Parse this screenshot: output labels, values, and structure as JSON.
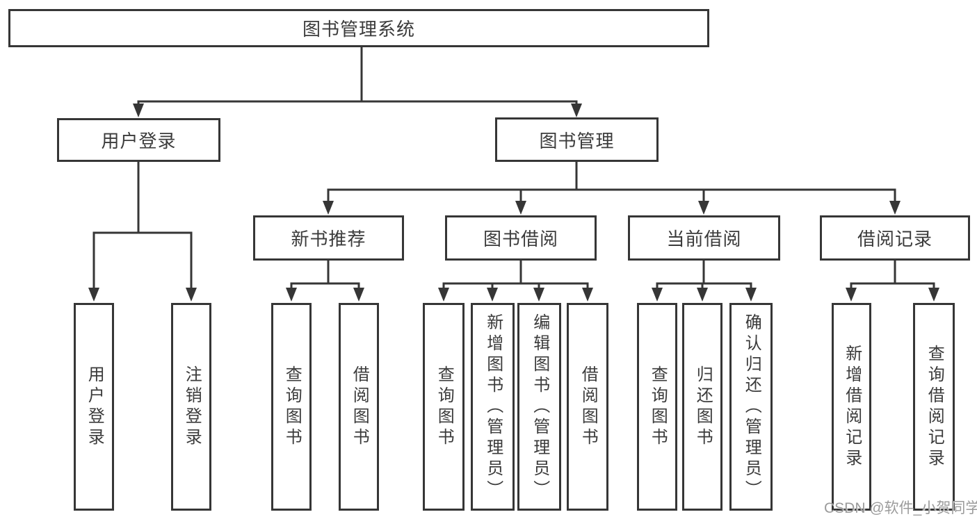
{
  "tree": {
    "root": {
      "label": "图书管理系统",
      "children": [
        {
          "label": "用户登录",
          "children": [
            {
              "label": "用户登录"
            },
            {
              "label": "注销登录"
            }
          ]
        },
        {
          "label": "图书管理",
          "children": [
            {
              "label": "新书推荐",
              "children": [
                {
                  "label": "查询图书"
                },
                {
                  "label": "借阅图书"
                }
              ]
            },
            {
              "label": "图书借阅",
              "children": [
                {
                  "label": "查询图书"
                },
                {
                  "label": "新增图书（管理员）"
                },
                {
                  "label": "编辑图书（管理员）"
                },
                {
                  "label": "借阅图书"
                }
              ]
            },
            {
              "label": "当前借阅",
              "children": [
                {
                  "label": "查询图书"
                },
                {
                  "label": "归还图书"
                },
                {
                  "label": "确认归还（管理员）"
                }
              ]
            },
            {
              "label": "借阅记录",
              "children": [
                {
                  "label": "新增借阅记录"
                },
                {
                  "label": "查询借阅记录"
                }
              ]
            }
          ]
        }
      ]
    }
  },
  "watermark": {
    "text": "CSDN @软件_小贺同学"
  },
  "colors": {
    "line": "#363636",
    "text": "#3b3b3b",
    "watermark": "#9b9b9b"
  }
}
